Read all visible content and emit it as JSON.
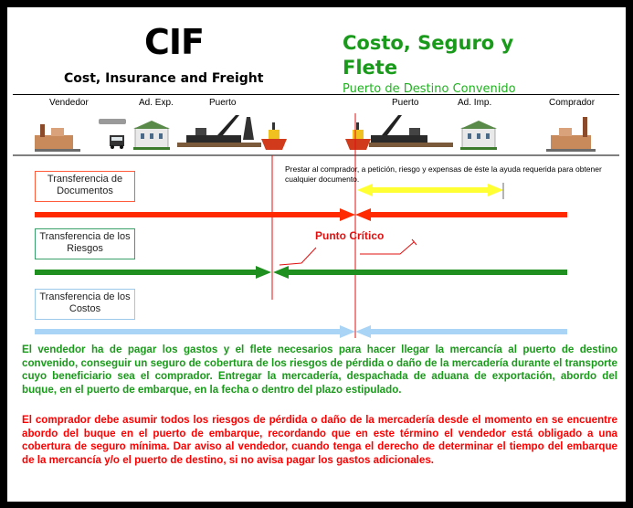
{
  "header": {
    "title": "CIF",
    "subtitle": "Cost, Insurance and Freight",
    "spanish_title": "Costo, Seguro y Flete",
    "destination": "Puerto de Destino Convenido"
  },
  "parties": {
    "seller": "Vendedor",
    "export_customs": "Ad. Exp.",
    "origin_port": "Puerto",
    "destination_port": "Puerto",
    "import_customs": "Ad. Imp.",
    "buyer": "Comprador"
  },
  "boxes": {
    "documents": "Transferencia de Documentos",
    "risks": "Transferencia de los Riesgos",
    "costs": "Transferencia de los Costos"
  },
  "note": "Prestar al comprador, a petición, riesgo y expensas de éste la ayuda requerida para obtener cualquier documento.",
  "critical_point": "Punto Crítico",
  "paragraphs": {
    "seller": "El vendedor ha de pagar los gastos y el flete necesarios para hacer llegar la mercancía al puerto de destino convenido, conseguir un seguro de cobertura de los riesgos de pérdida o daño de la mercadería durante el transporte cuyo beneficiario sea el comprador. Entregar la mercadería, despachada de aduana de exportación, abordo del buque, en el puerto de embarque, en la fecha o dentro del plazo estipulado.",
    "buyer": "El comprador debe asumir todos los riesgos de pérdida o daño de la mercadería desde el momento en se encuentre abordo del buque en el puerto de embarque, recordando que en este término el vendedor está obligado a una cobertura de seguro mínima. Dar aviso al vendedor, cuando tenga el derecho de determinar el tiempo del embarque de la mercancía y/o el puerto de destino, si no avisa pagar los gastos adicionales."
  },
  "colors": {
    "documents": "#ff2a00",
    "risks": "#1f8f1f",
    "costs": "#a9d4f5",
    "note_arrow": "#ffff33",
    "critical": "#e01010"
  }
}
